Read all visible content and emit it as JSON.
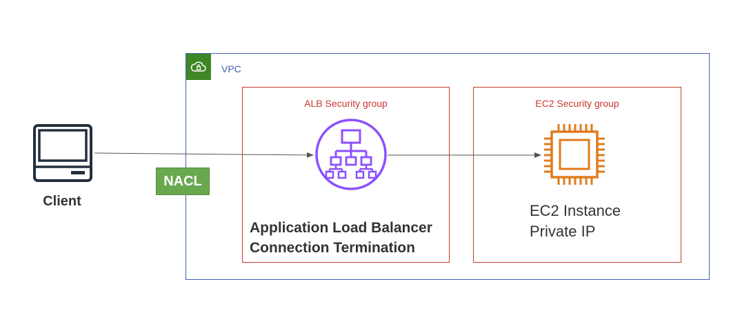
{
  "vpc": {
    "label": "VPC",
    "icon": "cloud-lock-icon"
  },
  "alb_security_group": {
    "label": "ALB Security group"
  },
  "ec2_security_group": {
    "label": "EC2 Security group"
  },
  "load_balancer": {
    "icon": "application-load-balancer-icon",
    "line1": "Application Load Balancer",
    "line2": "Connection Termination"
  },
  "ec2_instance": {
    "icon": "ec2-chip-icon",
    "line1": "EC2 Instance",
    "line2": "Private IP"
  },
  "client": {
    "icon": "computer-terminal-icon",
    "label": "Client"
  },
  "nacl": {
    "label": "NACL"
  },
  "colors": {
    "vpc_border": "#3f5fb5",
    "vpc_badge": "#3f8624",
    "security_group": "#c7372f",
    "load_balancer": "#8c4fff",
    "ec2": "#e07b1b",
    "nacl": "#6aa84f",
    "connector": "#555555"
  }
}
